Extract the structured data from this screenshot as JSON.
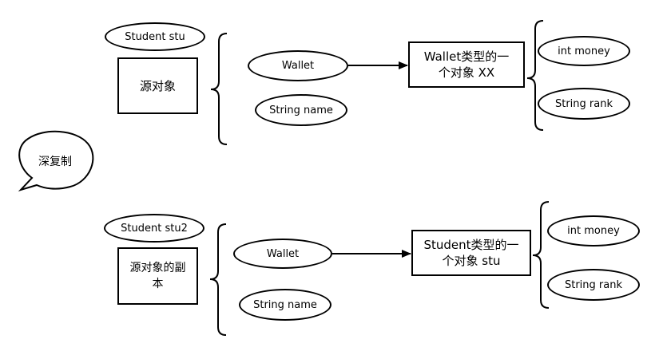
{
  "copy_label": "深复制",
  "original": {
    "var_label": "Student stu",
    "box_label": "源对象",
    "field_wallet": "Wallet",
    "field_name": "String name",
    "target_line1": "Wallet类型的一",
    "target_line2": "个对象 XX",
    "target_field_money": "int money",
    "target_field_rank": "String rank"
  },
  "copy": {
    "var_label": "Student stu2",
    "box_line1": "源对象的副",
    "box_line2": "本",
    "field_wallet": "Wallet",
    "field_name": "String name",
    "target_line1": "Student类型的一",
    "target_line2": "个对象 stu",
    "target_field_money": "int money",
    "target_field_rank": "String rank"
  }
}
